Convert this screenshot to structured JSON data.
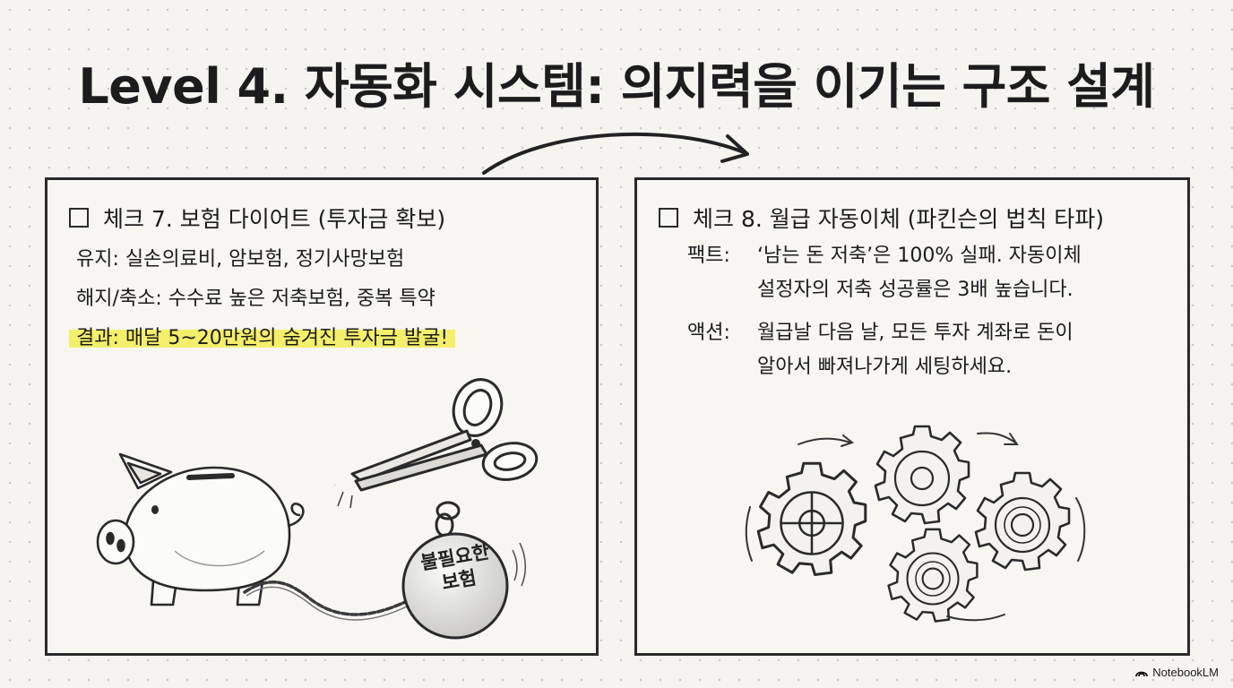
{
  "title": "Level 4. 자동화 시스템: 의지력을 이기는 구조 설계",
  "left_panel": {
    "heading": "체크 7. 보험 다이어트 (투자금 확보)",
    "keep": "유지: 실손의료비, 암보험, 정기사망보험",
    "cancel": "해지/축소: 수수료 높은 저축보험, 중복 특약",
    "result": "결과: 매달 5~20만원의 숨겨진 투자금 발굴!",
    "illustration": {
      "icons": [
        "piggy-bank-icon",
        "scissors-icon",
        "ball-and-chain-icon"
      ],
      "weight_label_line1": "불필요한",
      "weight_label_line2": "보험"
    }
  },
  "right_panel": {
    "heading": "체크 8. 월급 자동이체 (파킨슨의 법칙 타파)",
    "fact_label": "팩트:",
    "fact_line1": "‘남는 돈 저축’은 100% 실패. 자동이체",
    "fact_line2": "설정자의 저축 성공률은 3배 높습니다.",
    "action_label": "액션:",
    "action_line1": "월급날 다음 날, 모든 투자 계좌로 돈이",
    "action_line2": "알아서 빠져나가게 세팅하세요.",
    "illustration": {
      "icons": [
        "gears-icon"
      ]
    }
  },
  "highlight_color": "#f4ef6a",
  "brand": "NotebookLM"
}
